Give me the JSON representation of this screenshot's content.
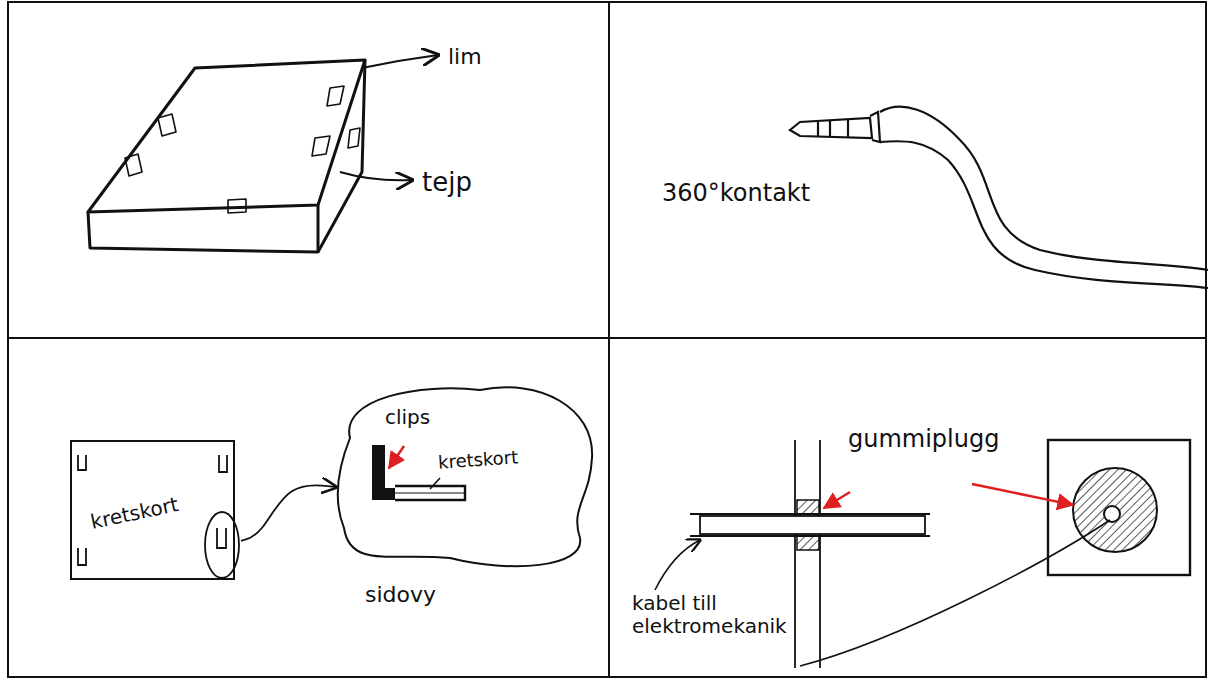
{
  "diagram": {
    "nodes": [
      {
        "text": [
          "kretskort"
        ]
      },
      {
        "text": [
          "clips",
          "kretskort"
        ]
      }
    ],
    "edges": [
      {
        "from": 0,
        "to": 1,
        "arrow": "to"
      }
    ],
    "labels": [
      "lim",
      "tejp",
      "360°kontakt",
      "sidovy",
      "gummiplugg",
      "kabel till elektromekanik"
    ]
  }
}
